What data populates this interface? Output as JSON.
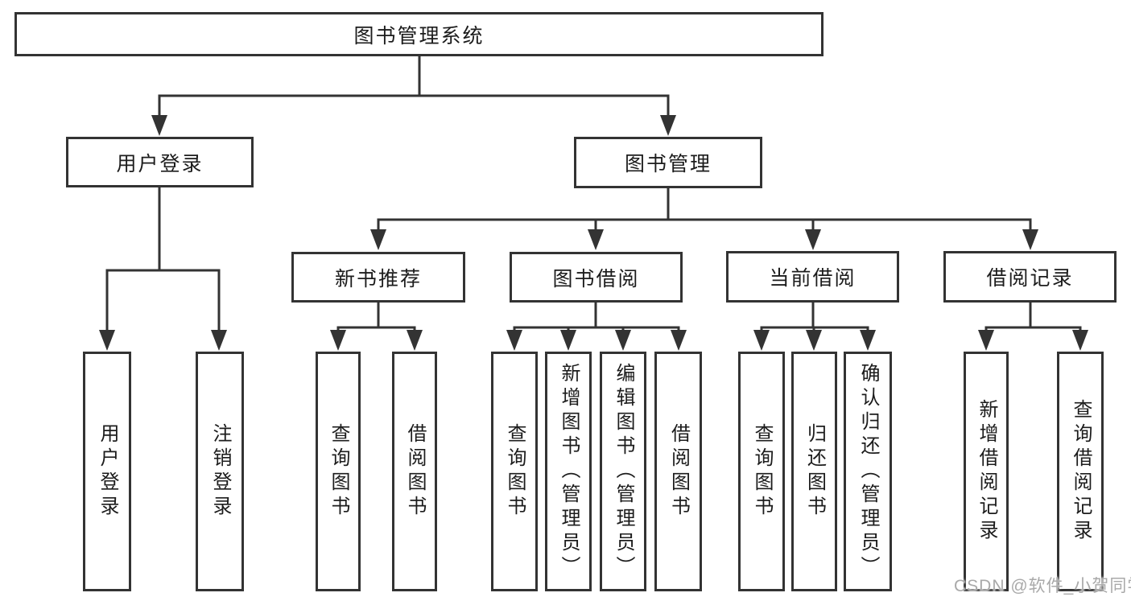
{
  "tree": {
    "label": "图书管理系统",
    "children": [
      {
        "label": "用户登录",
        "children": [
          {
            "label": "用户登录"
          },
          {
            "label": "注销登录"
          }
        ]
      },
      {
        "label": "图书管理",
        "children": [
          {
            "label": "新书推荐",
            "children": [
              {
                "label": "查询图书"
              },
              {
                "label": "借阅图书"
              }
            ]
          },
          {
            "label": "图书借阅",
            "children": [
              {
                "label": "查询图书"
              },
              {
                "label": "新增图书（管理员）"
              },
              {
                "label": "编辑图书（管理员）"
              },
              {
                "label": "借阅图书"
              }
            ]
          },
          {
            "label": "当前借阅",
            "children": [
              {
                "label": "查询图书"
              },
              {
                "label": "归还图书"
              },
              {
                "label": "确认归还（管理员）"
              }
            ]
          },
          {
            "label": "借阅记录",
            "children": [
              {
                "label": "新增借阅记录"
              },
              {
                "label": "查询借阅记录"
              }
            ]
          }
        ]
      }
    ]
  },
  "watermark": {
    "text": "CSDN @软件_小贺同学"
  },
  "colors": {
    "line": "#333333",
    "text": "#1c1c1c",
    "background": "#ffffff",
    "watermark": "#a9a9a9"
  }
}
